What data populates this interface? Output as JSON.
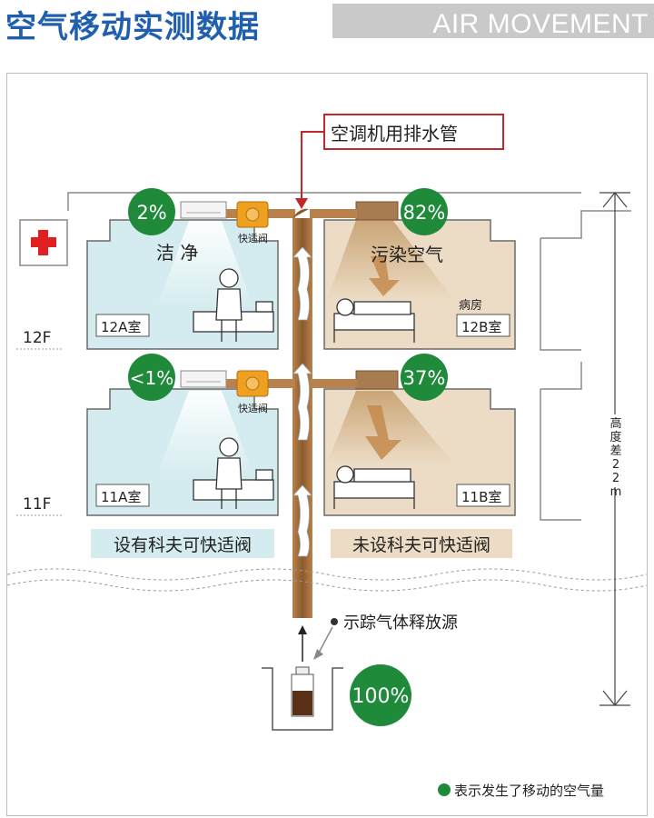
{
  "header": {
    "title": "空气移动实测数据",
    "subtitle_en": "AIR MOVEMENT"
  },
  "diagram": {
    "drain_pipe_label": "空调机用排水管",
    "valve_label": "快适阀",
    "clean_label": "洁 净",
    "polluted_label": "污染空气",
    "ward_label": "病房",
    "floors": [
      "12F",
      "11F"
    ],
    "rooms": {
      "r12a": "12A室",
      "r12b": "12B室",
      "r11a": "11A室",
      "r11b": "11B室"
    },
    "percentages": {
      "r12a": "2%",
      "r12b": "82%",
      "r11a": "<1%",
      "r11b": "37%",
      "source": "100%"
    },
    "with_valve_label": "设有科夫可快适阀",
    "without_valve_label": "未设科夫可快适阀",
    "tracer_source_label": "示踪气体释放源",
    "height_diff_label": "高度差22m",
    "legend": "表示发生了移动的空气量",
    "colors": {
      "clean_room": "#d4ecef",
      "polluted_room": "#ecdcc5",
      "pipe": "#9a6a3c",
      "badge": "#1e8a3a",
      "title": "#1f5fae",
      "valve": "#f0a020"
    }
  }
}
